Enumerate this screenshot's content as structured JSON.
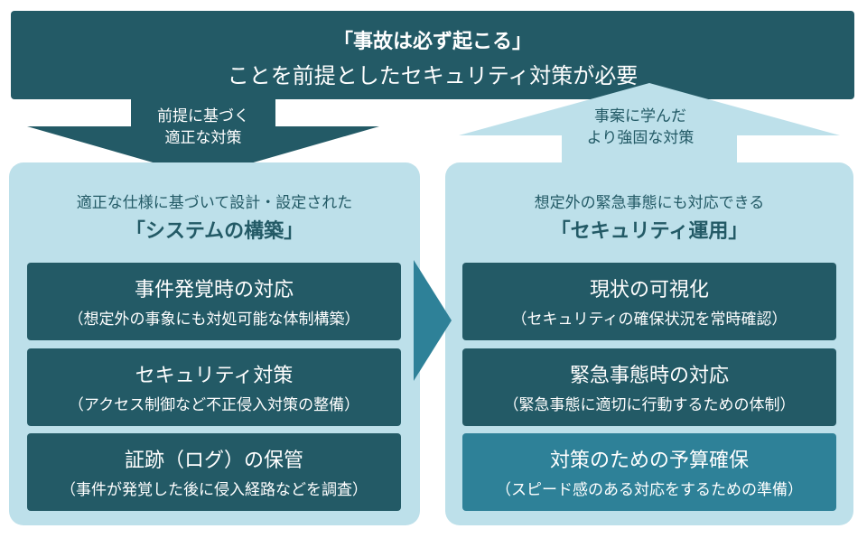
{
  "banner": {
    "line1": "「事故は必ず起こる」",
    "line2": "ことを前提としたセキュリティ対策が必要"
  },
  "arrow_down": {
    "line1": "前提に基づく",
    "line2": "適正な対策"
  },
  "arrow_up": {
    "line1": "事案に学んだ",
    "line2": "より強固な対策"
  },
  "left_panel": {
    "subtitle": "適正な仕様に基づいて設計・設定された",
    "title": "「システムの構築」",
    "items": [
      {
        "title": "事件発覚時の対応",
        "desc": "（想定外の事象にも対処可能な体制構築）"
      },
      {
        "title": "セキュリティ対策",
        "desc": "（アクセス制御など不正侵入対策の整備）"
      },
      {
        "title": "証跡（ログ）の保管",
        "desc": "（事件が発覚した後に侵入経路などを調査）"
      }
    ]
  },
  "right_panel": {
    "subtitle": "想定外の緊急事態にも対応できる",
    "title": "「セキュリティ運用」",
    "items": [
      {
        "title": "現状の可視化",
        "desc": "（セキュリティの確保状況を常時確認）"
      },
      {
        "title": "緊急事態時の対応",
        "desc": "（緊急事態に適切に行動するための体制）"
      },
      {
        "title": "対策のための予算確保",
        "desc": "（スピード感のある対応をするための準備）"
      }
    ]
  },
  "colors": {
    "dark": "#235a66",
    "teal": "#2e8198",
    "light": "#bde0ea"
  }
}
